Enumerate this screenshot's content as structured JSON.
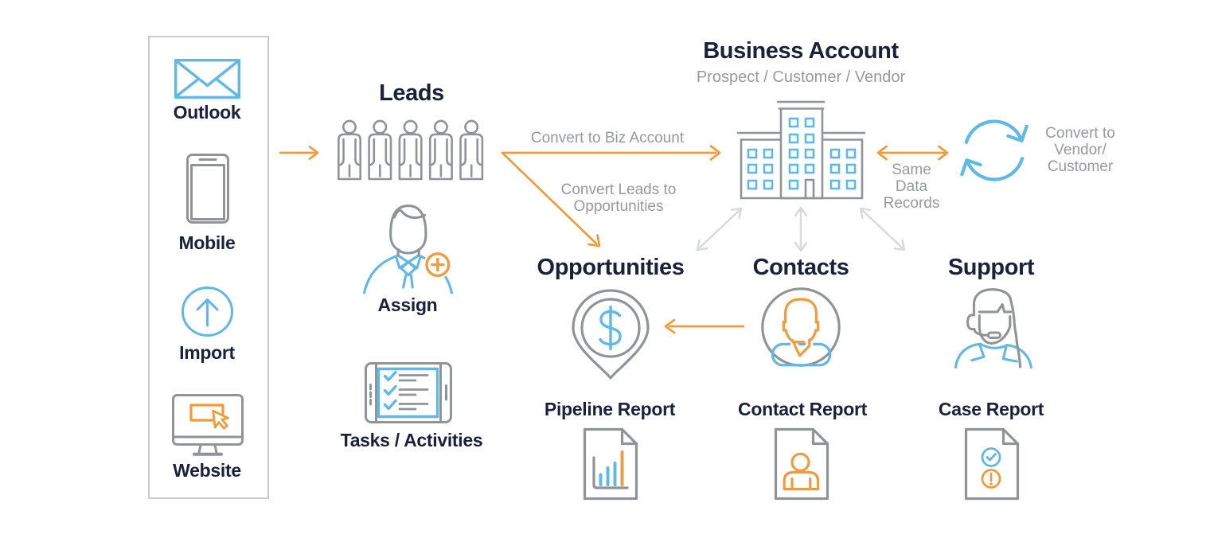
{
  "colors": {
    "navy": "#1a2139",
    "gray_text": "#97999c",
    "blue": "#5fb8e8",
    "orange": "#ee9c3e",
    "gray": "#919496",
    "gray_light": "#d8d9da",
    "border": "#c9cbcc"
  },
  "sources_panel": {
    "items": [
      {
        "label": "Outlook",
        "icon": "envelope-icon"
      },
      {
        "label": "Mobile",
        "icon": "mobile-phone-icon"
      },
      {
        "label": "Import",
        "icon": "import-upload-icon"
      },
      {
        "label": "Website",
        "icon": "website-monitor-icon"
      }
    ]
  },
  "leads": {
    "title": "Leads",
    "assign_label": "Assign",
    "tasks_label": "Tasks / Activities"
  },
  "business_account": {
    "title": "Business Account",
    "subtitle": "Prospect / Customer / Vendor"
  },
  "flow_labels": {
    "convert_biz": "Convert to Biz Account",
    "convert_leads_line1": "Convert Leads to",
    "convert_leads_line2": "Opportunities",
    "same_data_line1": "Same",
    "same_data_line2": "Data",
    "same_data_line3": "Records",
    "convert_vendor_line1": "Convert to",
    "convert_vendor_line2": "Vendor/",
    "convert_vendor_line3": "Customer"
  },
  "sections": {
    "opportunities": {
      "title": "Opportunities",
      "report": "Pipeline Report",
      "icon": "dollar-pin-icon",
      "report_icon": "bar-chart-document-icon"
    },
    "contacts": {
      "title": "Contacts",
      "report": "Contact Report",
      "icon": "person-circle-icon",
      "report_icon": "person-document-icon"
    },
    "support": {
      "title": "Support",
      "report": "Case Report",
      "icon": "headset-agent-icon",
      "report_icon": "check-alert-document-icon"
    }
  }
}
